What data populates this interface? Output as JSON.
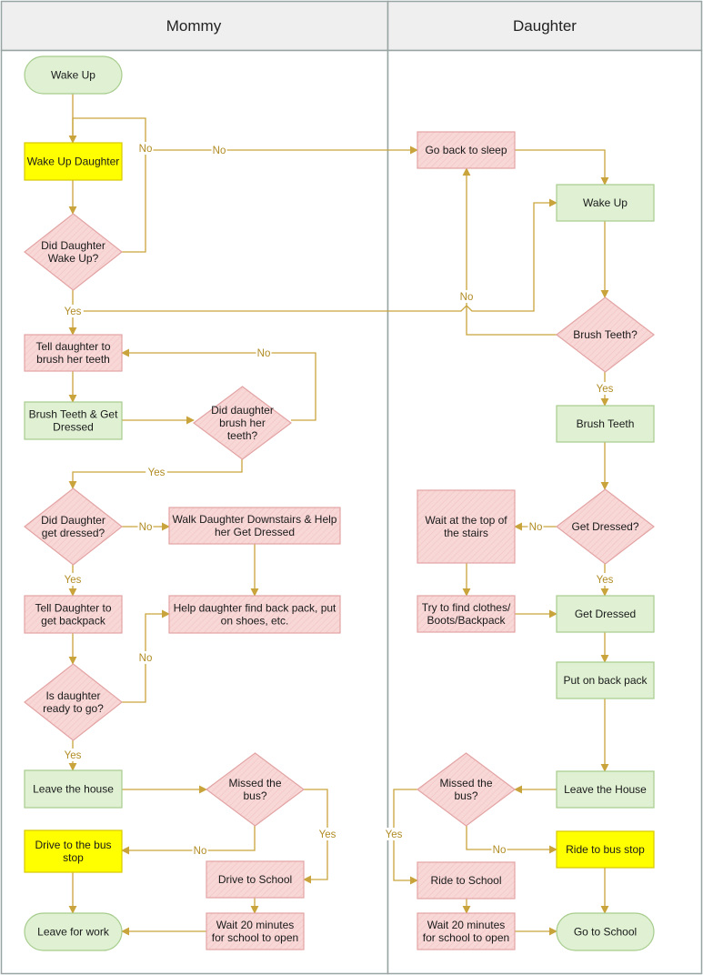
{
  "lanes": [
    {
      "id": "mommy",
      "title": "Mommy"
    },
    {
      "id": "daughter",
      "title": "Daughter"
    }
  ],
  "colors": {
    "header_bg": "#efefef",
    "border": "#97a4a1",
    "line": "#c9a43c",
    "edge_label": "#b08c24",
    "green_fill": "#dff0d3",
    "green_stroke": "#a7cc8c",
    "pink_fill": "#f8d7d7",
    "pink_stroke": "#e3a3a3",
    "yellow_fill": "#ffff00",
    "yellow_stroke": "#d7c700"
  },
  "nodes": [
    {
      "id": "wake_up_m",
      "type": "terminator",
      "color": "green",
      "lines": [
        "Wake Up"
      ]
    },
    {
      "id": "wake_daughter",
      "type": "process",
      "color": "yellow",
      "lines": [
        "Wake Up Daughter"
      ]
    },
    {
      "id": "did_wake",
      "type": "decision",
      "color": "pink",
      "lines": [
        "Did Daughter",
        "Wake Up?"
      ]
    },
    {
      "id": "tell_brush",
      "type": "process",
      "color": "pink",
      "lines": [
        "Tell daughter to",
        "brush her teeth"
      ]
    },
    {
      "id": "brush_dress_m",
      "type": "process",
      "color": "green",
      "lines": [
        "Brush Teeth & Get",
        "Dressed"
      ]
    },
    {
      "id": "did_brush",
      "type": "decision",
      "color": "pink",
      "lines": [
        "Did daughter",
        "brush her",
        "teeth?"
      ]
    },
    {
      "id": "did_dressed",
      "type": "decision",
      "color": "pink",
      "lines": [
        "Did Daughter",
        "get dressed?"
      ]
    },
    {
      "id": "walk_down",
      "type": "process",
      "color": "pink",
      "lines": [
        "Walk Daughter Downstairs & Help",
        "her Get Dressed"
      ]
    },
    {
      "id": "tell_backpack",
      "type": "process",
      "color": "pink",
      "lines": [
        "Tell Daughter to",
        "get backpack"
      ]
    },
    {
      "id": "help_find",
      "type": "process",
      "color": "pink",
      "lines": [
        "Help daughter find back pack, put",
        "on shoes, etc."
      ]
    },
    {
      "id": "ready_go",
      "type": "decision",
      "color": "pink",
      "lines": [
        "Is daughter",
        "ready to go?"
      ]
    },
    {
      "id": "leave_house_m",
      "type": "process",
      "color": "green",
      "lines": [
        "Leave the house"
      ]
    },
    {
      "id": "missed_m",
      "type": "decision",
      "color": "pink",
      "lines": [
        "Missed the",
        "bus?"
      ]
    },
    {
      "id": "drive_bus",
      "type": "process",
      "color": "yellow",
      "lines": [
        "Drive to the bus",
        "stop"
      ]
    },
    {
      "id": "drive_school",
      "type": "process",
      "color": "pink",
      "lines": [
        "Drive to School"
      ]
    },
    {
      "id": "wait_m",
      "type": "process",
      "color": "pink",
      "lines": [
        "Wait 20 minutes",
        "for school to open"
      ]
    },
    {
      "id": "leave_work",
      "type": "terminator",
      "color": "green",
      "lines": [
        "Leave for work"
      ]
    },
    {
      "id": "back_sleep",
      "type": "process",
      "color": "pink",
      "lines": [
        "Go back to sleep"
      ]
    },
    {
      "id": "wake_up_d",
      "type": "process",
      "color": "green",
      "lines": [
        "Wake Up"
      ]
    },
    {
      "id": "brush_q",
      "type": "decision",
      "color": "pink",
      "lines": [
        "Brush Teeth?"
      ]
    },
    {
      "id": "brush_d",
      "type": "process",
      "color": "green",
      "lines": [
        "Brush Teeth"
      ]
    },
    {
      "id": "get_dressed_q",
      "type": "decision",
      "color": "pink",
      "lines": [
        "Get Dressed?"
      ]
    },
    {
      "id": "wait_stairs",
      "type": "process",
      "color": "pink",
      "lines": [
        "Wait at the top of",
        "the stairs"
      ]
    },
    {
      "id": "try_find",
      "type": "process",
      "color": "pink",
      "lines": [
        "Try to find clothes/",
        "Boots/Backpack"
      ]
    },
    {
      "id": "get_dressed_d",
      "type": "process",
      "color": "green",
      "lines": [
        "Get Dressed"
      ]
    },
    {
      "id": "put_pack",
      "type": "process",
      "color": "green",
      "lines": [
        "Put on back pack"
      ]
    },
    {
      "id": "leave_house_d",
      "type": "process",
      "color": "green",
      "lines": [
        "Leave the House"
      ]
    },
    {
      "id": "missed_d",
      "type": "decision",
      "color": "pink",
      "lines": [
        "Missed the",
        "bus?"
      ]
    },
    {
      "id": "ride_bus",
      "type": "process",
      "color": "yellow",
      "lines": [
        "Ride to bus stop"
      ]
    },
    {
      "id": "ride_school",
      "type": "process",
      "color": "pink",
      "lines": [
        "Ride to School"
      ]
    },
    {
      "id": "wait_d",
      "type": "process",
      "color": "pink",
      "lines": [
        "Wait 20 minutes",
        "for school to open"
      ]
    },
    {
      "id": "go_school",
      "type": "terminator",
      "color": "green",
      "lines": [
        "Go to School"
      ]
    }
  ],
  "edges": [
    {
      "from": "wake_up_m",
      "to": "wake_daughter",
      "label": ""
    },
    {
      "from": "wake_daughter",
      "to": "did_wake",
      "label": ""
    },
    {
      "from": "did_wake",
      "to": "back_sleep",
      "label": "No"
    },
    {
      "from": "did_wake",
      "to": "tell_brush",
      "label": "Yes"
    },
    {
      "from": "did_wake",
      "to": "wake_up_d",
      "label": "Yes"
    },
    {
      "from": "back_sleep",
      "to": "wake_up_d",
      "label": ""
    },
    {
      "from": "wake_up_d",
      "to": "brush_q",
      "label": ""
    },
    {
      "from": "brush_q",
      "to": "back_sleep",
      "label": "No"
    },
    {
      "from": "brush_q",
      "to": "brush_d",
      "label": "Yes"
    },
    {
      "from": "tell_brush",
      "to": "brush_dress_m",
      "label": ""
    },
    {
      "from": "brush_dress_m",
      "to": "did_brush",
      "label": ""
    },
    {
      "from": "did_brush",
      "to": "tell_brush",
      "label": "No"
    },
    {
      "from": "did_brush",
      "to": "did_dressed",
      "label": "Yes"
    },
    {
      "from": "did_dressed",
      "to": "walk_down",
      "label": "No"
    },
    {
      "from": "did_dressed",
      "to": "tell_backpack",
      "label": "Yes"
    },
    {
      "from": "walk_down",
      "to": "help_find",
      "label": ""
    },
    {
      "from": "tell_backpack",
      "to": "ready_go",
      "label": ""
    },
    {
      "from": "ready_go",
      "to": "help_find",
      "label": "No"
    },
    {
      "from": "ready_go",
      "to": "leave_house_m",
      "label": "Yes"
    },
    {
      "from": "leave_house_m",
      "to": "missed_m",
      "label": ""
    },
    {
      "from": "missed_m",
      "to": "drive_bus",
      "label": "No"
    },
    {
      "from": "missed_m",
      "to": "drive_school",
      "label": "Yes"
    },
    {
      "from": "drive_bus",
      "to": "leave_work",
      "label": ""
    },
    {
      "from": "drive_school",
      "to": "wait_m",
      "label": ""
    },
    {
      "from": "wait_m",
      "to": "leave_work",
      "label": ""
    },
    {
      "from": "brush_d",
      "to": "get_dressed_q",
      "label": ""
    },
    {
      "from": "get_dressed_q",
      "to": "wait_stairs",
      "label": "No"
    },
    {
      "from": "get_dressed_q",
      "to": "get_dressed_d",
      "label": "Yes"
    },
    {
      "from": "wait_stairs",
      "to": "try_find",
      "label": ""
    },
    {
      "from": "try_find",
      "to": "get_dressed_d",
      "label": ""
    },
    {
      "from": "get_dressed_d",
      "to": "put_pack",
      "label": ""
    },
    {
      "from": "put_pack",
      "to": "leave_house_d",
      "label": ""
    },
    {
      "from": "leave_house_d",
      "to": "missed_d",
      "label": ""
    },
    {
      "from": "missed_d",
      "to": "ride_bus",
      "label": "No"
    },
    {
      "from": "missed_d",
      "to": "ride_school",
      "label": "Yes"
    },
    {
      "from": "ride_bus",
      "to": "go_school",
      "label": ""
    },
    {
      "from": "ride_school",
      "to": "wait_d",
      "label": ""
    },
    {
      "from": "wait_d",
      "to": "go_school",
      "label": ""
    }
  ]
}
